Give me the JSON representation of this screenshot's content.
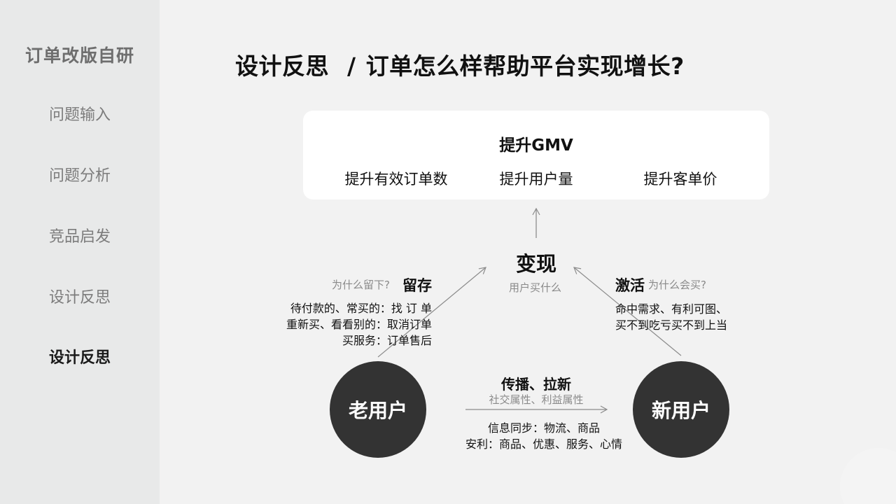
{
  "sidebar": {
    "title": "订单改版自研",
    "items": [
      {
        "label": "问题输入",
        "active": false
      },
      {
        "label": "问题分析",
        "active": false
      },
      {
        "label": "竞品启发",
        "active": false
      },
      {
        "label": "设计反思",
        "active": false
      },
      {
        "label": "设计反思",
        "active": true
      }
    ]
  },
  "page": {
    "section": "设计反思",
    "separator": "/",
    "question": "订单怎么样帮助平台实现增长?"
  },
  "goal_card": {
    "title": "提升GMV",
    "items": [
      "提升有效订单数",
      "提升用户量",
      "提升客单价"
    ]
  },
  "diagram": {
    "center": {
      "title": "变现",
      "subtitle": "用户买什么"
    },
    "retention": {
      "title": "留存",
      "question": "为什么留下?",
      "lines": [
        "待付款的、常买的：找 订 单",
        "重新买、看看别的：取消订单",
        "买服务：订单售后"
      ]
    },
    "activation": {
      "title": "激活",
      "question": "为什么会买?",
      "lines": [
        "命中需求、有利可图、",
        "买不到吃亏买不到上当"
      ]
    },
    "spread": {
      "title": "传播、拉新",
      "subtitle": "社交属性、利益属性",
      "lines": [
        "信息同步：物流、商品",
        "安利：商品、优惠、服务、心情"
      ]
    },
    "old_user": "老用户",
    "new_user": "新用户"
  },
  "colors": {
    "sidebar_bg": "#e8e9e9",
    "main_bg": "#f2f2f2",
    "circle_fill": "#333333",
    "arrow": "#8c8c8c",
    "muted_text": "#8a8a8a"
  }
}
